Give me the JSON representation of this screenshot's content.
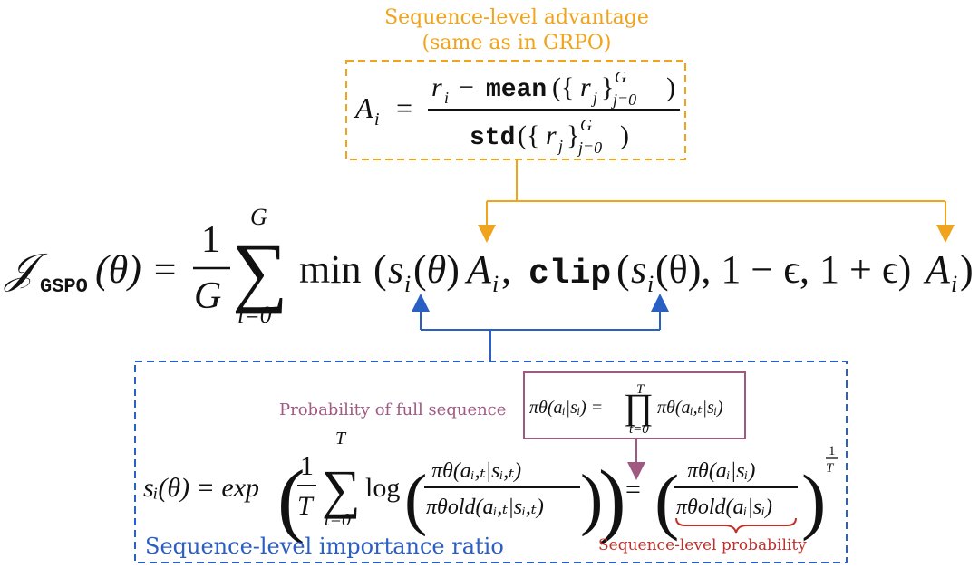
{
  "annotations": {
    "advantage_title_1": "Sequence-level advantage",
    "advantage_title_2": "(same as in GRPO)",
    "probability_full_sequence": "Probability of full sequence",
    "importance_ratio": "Sequence-level importance ratio",
    "sequence_probability": "Sequence-level probability"
  },
  "advantage_formula": {
    "lhs": "A",
    "lhs_sub": "i",
    "numerator_r": "r",
    "numerator_sub": "i",
    "mean_fn": "mean",
    "std_fn": "std",
    "inner_r": "r",
    "inner_sub": "j",
    "sup": "G",
    "sub_range": "j=0"
  },
  "objective": {
    "J": "𝒥",
    "J_sub": "GSPO",
    "theta_arg": "(θ) =",
    "frac_num": "1",
    "frac_den": "G",
    "sum_upper": "G",
    "sum_lower": "i=0",
    "min_fn": "min",
    "term_first": "s",
    "clip_fn": "clip",
    "clip_args": "(θ), 1 − ϵ, 1 + ϵ)"
  },
  "prob_formula": {
    "lhs": "πθ(aᵢ|sᵢ) =",
    "prod_upper": "T",
    "prod_lower": "t=0",
    "rhs": "πθ(aᵢ,ₜ|sᵢ)"
  },
  "ratio_formula": {
    "lhs": "sᵢ(θ) = exp",
    "frac_num": "1",
    "frac_den": "T",
    "sum_upper": "T",
    "sum_lower": "t=0",
    "log_fn": "log",
    "inner_num": "πθ(aᵢ,ₜ|sᵢ,ₜ)",
    "inner_den": "πθold(aᵢ,ₜ|sᵢ,ₜ)",
    "eq": "=",
    "rhs_num": "πθ(aᵢ|sᵢ)",
    "rhs_den": "πθold(aᵢ|sᵢ)",
    "exp_num": "1",
    "exp_den": "T"
  },
  "colors": {
    "orange": "#f0a31c",
    "blue": "#2a5fc4",
    "purple": "#a05a82",
    "red": "#c0302a",
    "ink": "#111111"
  }
}
